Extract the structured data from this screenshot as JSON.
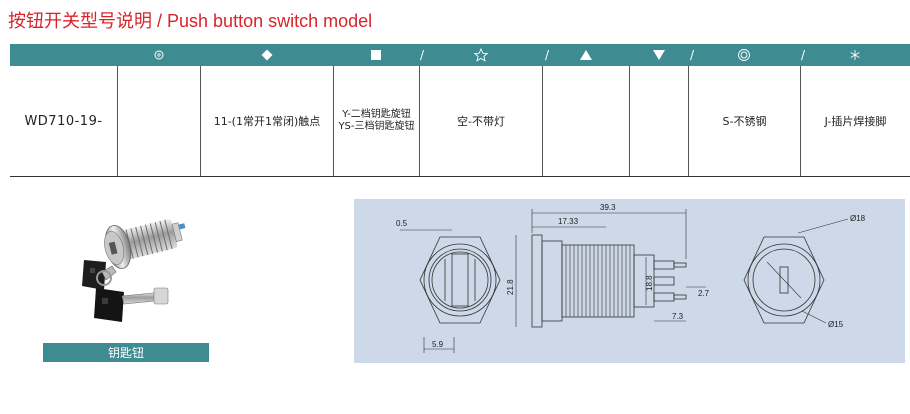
{
  "header": {
    "title_cn": "按钮开关型号说明",
    "title_sep": " / ",
    "title_en": "Push button switch model"
  },
  "table": {
    "slash": "/",
    "header_icons": [
      "ring-icon",
      "diamond-icon",
      "square-icon",
      "star-icon",
      "triangle-up-icon",
      "triangle-down-icon",
      "double-circle-icon",
      "asterisk-icon"
    ],
    "cells": {
      "model": "WD710-19-",
      "blank1": "",
      "contact": "11-(1常开1常闭)触点",
      "key_line1": "Y-二档钥匙旋钮",
      "key_line2": "YS-三档钥匙旋钮",
      "lamp": "空-不带灯",
      "blank2": "",
      "blank3": "",
      "material": "S-不锈钢",
      "terminal": "J-插片焊接脚"
    }
  },
  "photo": {
    "caption": "钥匙钮"
  },
  "drawing": {
    "labels": {
      "d_0_5": "0.5",
      "d_5_9": "5.9",
      "d_17_33": "17.33",
      "d_39_3": "39.3",
      "d_21_8": "21.8",
      "d_18_8": "18.8",
      "d_2_7": "2.7",
      "d_7_3": "7.3",
      "d_phi18": "Ø18",
      "d_phi15": "Ø15"
    }
  }
}
